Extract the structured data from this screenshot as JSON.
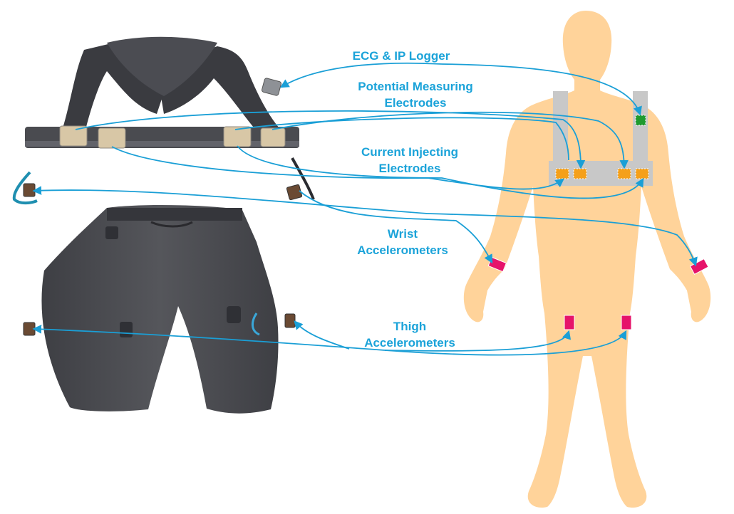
{
  "labels": {
    "ecg_logger": "ECG & IP Logger",
    "potential_electrodes": [
      "Potential Measuring",
      "Electrodes"
    ],
    "current_electrodes": [
      "Current Injecting",
      "Electrodes"
    ],
    "wrist_accel": [
      "Wrist",
      "Accelerometers"
    ],
    "thigh_accel": [
      "Thigh",
      "Accelerometers"
    ]
  },
  "colors": {
    "label_text": "#1ba3d9",
    "arrow": "#1a9fd6",
    "body_silhouette": "#ffd39a",
    "harness_strap": "#c8c8c8",
    "logger_marker": "#1f9a2e",
    "electrode_marker": "#f5a01a",
    "accelerometer_marker": "#e6136a",
    "garment": "#4a4b50"
  }
}
